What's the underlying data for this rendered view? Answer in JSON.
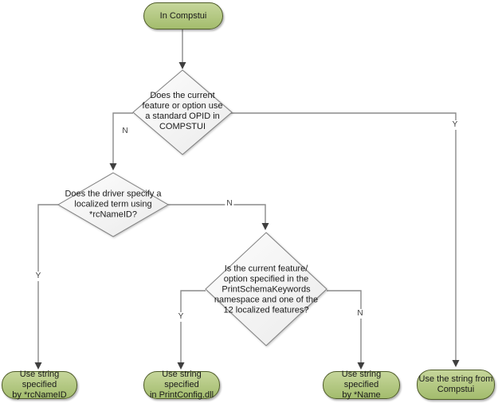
{
  "diagram": {
    "start": {
      "label": "In Compstui"
    },
    "decisions": {
      "standard_opid": {
        "text": "Does the current\nfeature or option use\na standard OPID in\nCOMPSTUI"
      },
      "rcnameid": {
        "text": "Does the driver specify a\nlocalized term using\n*rcNameID?"
      },
      "printschema": {
        "text": "Is the current feature/\noption specified in the\nPrintSchemaKeywords\nnamespace and one of the\n12 localized features?"
      }
    },
    "results": {
      "rcnameid": {
        "text": "Use string specified\nby *rcNameID"
      },
      "printconfig": {
        "text": "Use string specified\nin PrintConfig.dll"
      },
      "name": {
        "text": "Use string specified\nby *Name"
      },
      "compstui": {
        "text": "Use the string from\nCompstui"
      }
    },
    "branch_labels": {
      "d1_no": "N",
      "d1_yes": "Y",
      "d2_yes": "Y",
      "d2_no": "N",
      "d3_yes": "Y",
      "d3_no": "N"
    }
  },
  "colors": {
    "terminal_fill_top": "#c6d69b",
    "terminal_fill_bottom": "#a3bc6d",
    "terminal_border": "#4e5b28",
    "decision_fill": "#fdfdfd",
    "decision_fill_shade": "#ebebeb",
    "decision_border": "#7f7f7f",
    "connector": "#8a8a8a",
    "arrowhead": "#3f3f3f"
  }
}
